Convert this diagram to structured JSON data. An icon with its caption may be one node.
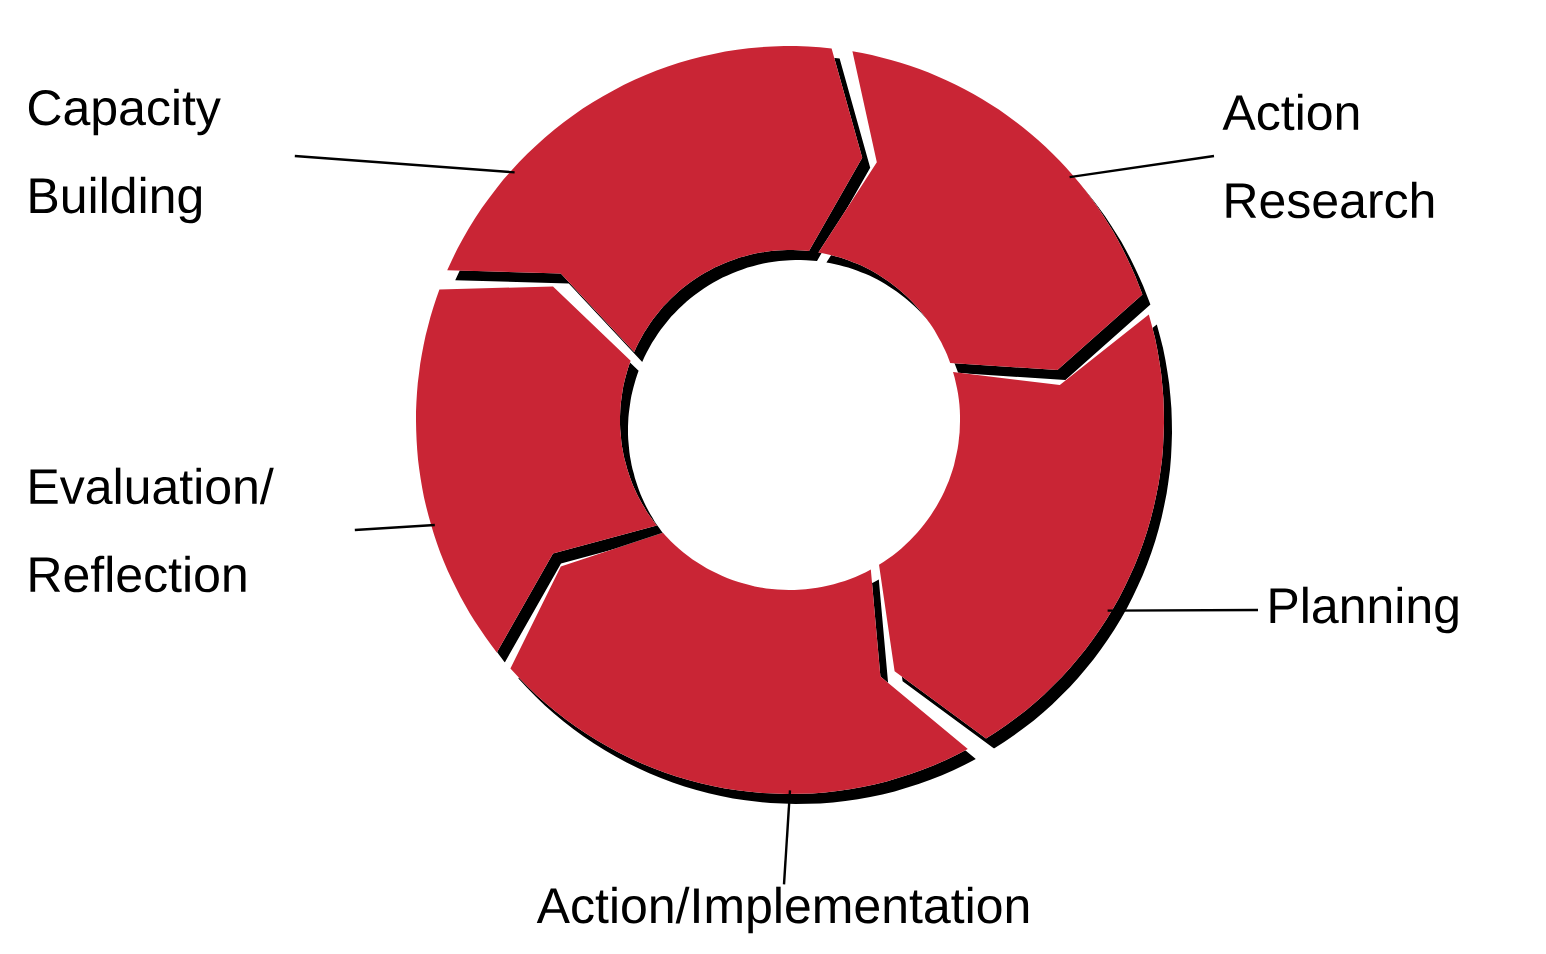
{
  "diagram": {
    "nodes": [
      {
        "text": [
          "Capacity Building"
        ]
      },
      {
        "text": [
          "Action Research"
        ]
      },
      {
        "text": [
          "Evaluation/ Reflection"
        ]
      },
      {
        "text": [
          "Planning"
        ]
      },
      {
        "text": [
          "Action/Implementation"
        ]
      },
      {
        "text": [],
        "shape": "arrow"
      },
      {
        "text": [],
        "shape": "arrow"
      },
      {
        "text": [],
        "shape": "arrow"
      },
      {
        "text": [],
        "shape": "arrow"
      },
      {
        "text": [],
        "shape": "arrow"
      }
    ],
    "edges": [
      {
        "from": 0,
        "to": 5,
        "arrow": "none"
      },
      {
        "from": 1,
        "to": 6,
        "arrow": "none"
      },
      {
        "from": 2,
        "to": 9,
        "arrow": "none"
      },
      {
        "from": 3,
        "to": 7,
        "arrow": "none"
      },
      {
        "from": 4,
        "to": 8,
        "arrow": "none"
      }
    ]
  }
}
